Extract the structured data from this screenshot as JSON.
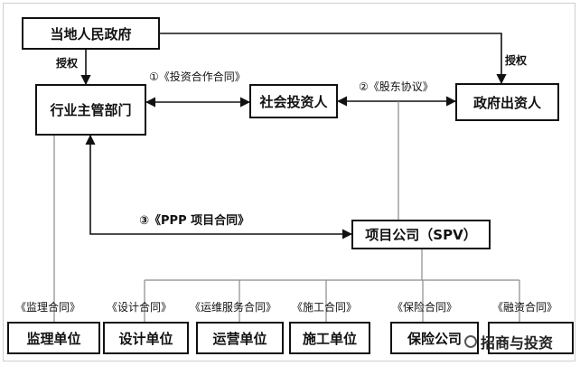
{
  "nodes": {
    "gov": "当地人民政府",
    "dept": "行业主管部门",
    "investor": "社会投资人",
    "gov_investor": "政府出资人",
    "spv": "项目公司（SPV）",
    "supervision": "监理单位",
    "design": "设计单位",
    "operation": "运营单位",
    "construction": "施工单位",
    "insurance": "保险公司"
  },
  "edges": {
    "auth_left": "授权",
    "auth_right": "授权",
    "investment_contract": "①《投资合作合同》",
    "shareholder_agreement": "②《股东协议》",
    "ppp_contract": "③《PPP 项目合同》"
  },
  "contracts": {
    "supervision": "《监理合同》",
    "design": "《设计合同》",
    "operation": "《运维服务合同》",
    "construction": "《施工合同》",
    "insurance": "《保险合同》",
    "financing": "《融资合同》"
  },
  "watermark": "招商与投资",
  "colors": {
    "line": "#111111"
  }
}
